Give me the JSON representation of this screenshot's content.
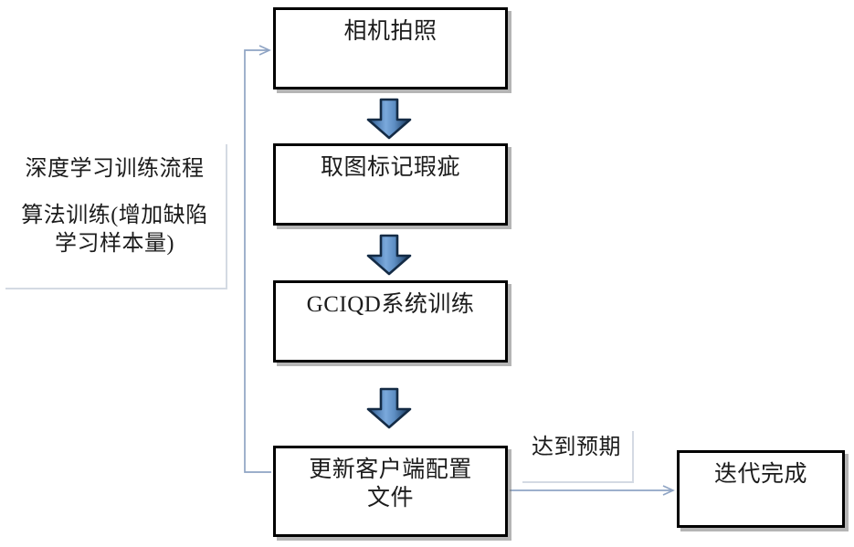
{
  "diagram": {
    "title_note": {
      "lines": [
        "深度学习训练流程",
        "算法训练(增加缺陷\n学习样本量)"
      ],
      "border_color": "#8fa4c4"
    },
    "process_steps": [
      {
        "id": "step-capture",
        "label": "相机拍照"
      },
      {
        "id": "step-annotate",
        "label": "取图标记瑕疵"
      },
      {
        "id": "step-train",
        "label": "GCIQD系统训练"
      },
      {
        "id": "step-update",
        "label": "更新客户端配置\n文件"
      }
    ],
    "condition_note": {
      "label": "达到预期",
      "border_color": "#8fa4c4"
    },
    "terminal": {
      "label": "迭代完成"
    },
    "arrows": {
      "block_arrow_fill_light": "#6f9fd8",
      "block_arrow_fill_dark": "#1f3b5c",
      "connector_color": "#8fa4c4",
      "count_block_arrows": 3,
      "feedback_label": "",
      "forward_label": ""
    }
  }
}
